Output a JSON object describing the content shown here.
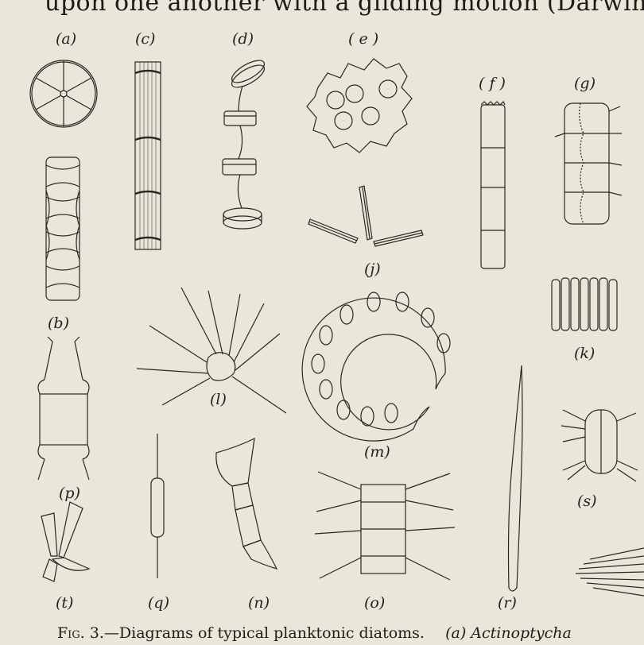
{
  "top_text": "upon one another with a gliding motion (Darwin)",
  "labels": {
    "a": "(a)",
    "b": "(b)",
    "c": "(c)",
    "d": "(d)",
    "e": "( e )",
    "f": "( f )",
    "g": "(g)",
    "j": "(j)",
    "k": "(k)",
    "l": "(l)",
    "m": "(m)",
    "n": "(n)",
    "o": "(o)",
    "p": "(p)",
    "q": "(q)",
    "r": "(r)",
    "s": "(s)",
    "t": "(t)"
  },
  "caption": {
    "fig": "Fig. 3.",
    "text": "—Diagrams of typical planktonic diatoms.",
    "item_a": "(a)",
    "item_a_name": "Actinoptycha"
  }
}
